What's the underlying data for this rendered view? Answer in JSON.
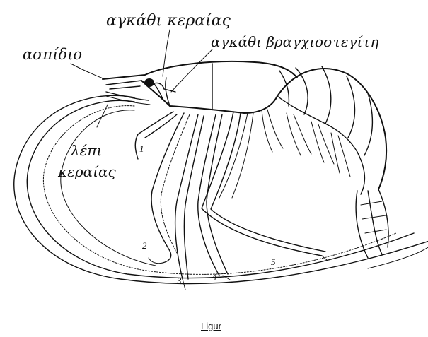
{
  "labels": {
    "rostrum": "ασπίδιο",
    "antenna_spine": "αγκάθι κεραίας",
    "branchiostegal_spine": "αγκάθι βραγχιοστεγίτη",
    "antennal_scale_line1": "λέπι",
    "antennal_scale_line2": "κεραίας"
  },
  "legs": [
    "1",
    "2",
    "3",
    "4",
    "5"
  ],
  "caption": "Ligur"
}
